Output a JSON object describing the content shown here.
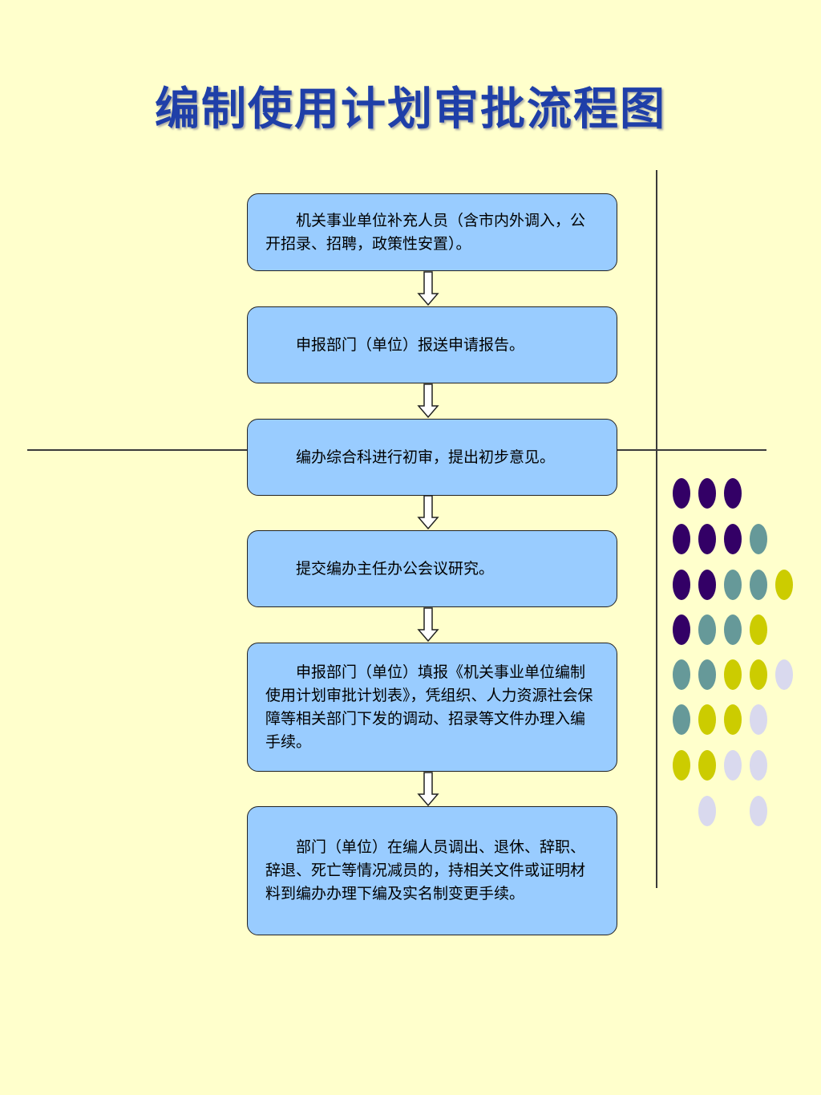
{
  "title": "编制使用计划审批流程图",
  "steps": [
    "机关事业单位补充人员（含市内外调入，公开招录、招聘，政策性安置）。",
    "申报部门（单位）报送申请报告。",
    "编办综合科进行初审，提出初步意见。",
    "提交编办主任办公会议研究。",
    "申报部门（单位）填报《机关事业单位编制使用计划审批计划表》，凭组织、人力资源社会保障等相关部门下发的调动、招录等文件办理入编手续。",
    "部门（单位）在编人员调出、退休、辞职、辞退、死亡等情况减员的，持相关文件或证明材料到编办办理下编及实名制变更手续。"
  ],
  "colors": {
    "background": "#FFFFCC",
    "title": "#1F3FA8",
    "box_fill": "#99CCFF",
    "dot_palette": [
      "#330066",
      "#669999",
      "#CCCC00",
      "#D9D9EE"
    ]
  }
}
